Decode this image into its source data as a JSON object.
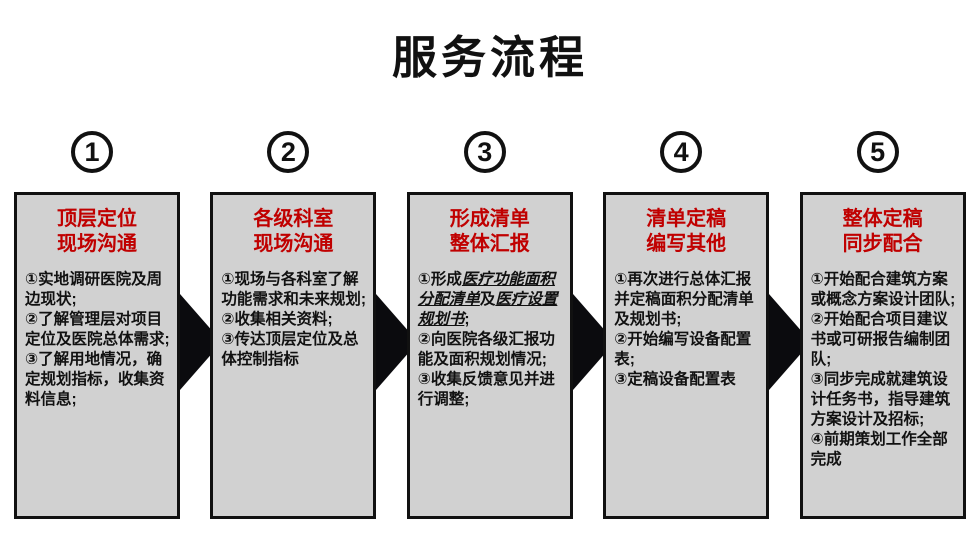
{
  "slide": {
    "title": "服务流程"
  },
  "colors": {
    "ink": "#111111",
    "step_title_red": "#C00000",
    "box_fill": "#D1D1D1",
    "arrow_black": "#0B0B0E"
  },
  "steps": [
    {
      "number": "1",
      "title_lines": [
        "顶层定位",
        "现场沟通"
      ],
      "body": [
        [
          {
            "text": "①实地调研医院及周边现状;"
          }
        ],
        [
          {
            "text": "②了解管理层对项目定位及医院总体需求;"
          }
        ],
        [
          {
            "text": "③了解用地情况，确定规划指标，收集资料信息;"
          }
        ]
      ]
    },
    {
      "number": "2",
      "title_lines": [
        "各级科室",
        "现场沟通"
      ],
      "body": [
        [
          {
            "text": "①现场与各科室了解功能需求和未来规划;"
          }
        ],
        [
          {
            "text": "②收集相关资料;"
          }
        ],
        [
          {
            "text": "③传达顶层定位及总体控制指标"
          }
        ]
      ]
    },
    {
      "number": "3",
      "title_lines": [
        "形成清单",
        "整体汇报"
      ],
      "body": [
        [
          {
            "text": "①形成"
          },
          {
            "text": "医疗功能面积分配清单",
            "style": "emphasis"
          },
          {
            "text": "及"
          },
          {
            "text": "医疗设置规划书",
            "style": "emphasis"
          },
          {
            "text": ";"
          }
        ],
        [
          {
            "text": "②向医院各级汇报功能及面积规划情况;"
          }
        ],
        [
          {
            "text": "③收集反馈意见并进行调整;"
          }
        ]
      ]
    },
    {
      "number": "4",
      "title_lines": [
        "清单定稿",
        "编写其他"
      ],
      "body": [
        [
          {
            "text": "①再次进行总体汇报并定稿面积分配清单及规划书;"
          }
        ],
        [
          {
            "text": "②开始编写设备配置表;"
          }
        ],
        [
          {
            "text": "③定稿设备配置表"
          }
        ]
      ]
    },
    {
      "number": "5",
      "title_lines": [
        "整体定稿",
        "同步配合"
      ],
      "body": [
        [
          {
            "text": "①开始配合建筑方案或概念方案设计团队;"
          }
        ],
        [
          {
            "text": "②开始配合项目建议书或可研报告编制团队;"
          }
        ],
        [
          {
            "text": "③同步完成就建筑设计任务书，指导建筑方案设计及招标;"
          }
        ],
        [
          {
            "text": "④前期策划工作全部完成"
          }
        ]
      ]
    }
  ]
}
